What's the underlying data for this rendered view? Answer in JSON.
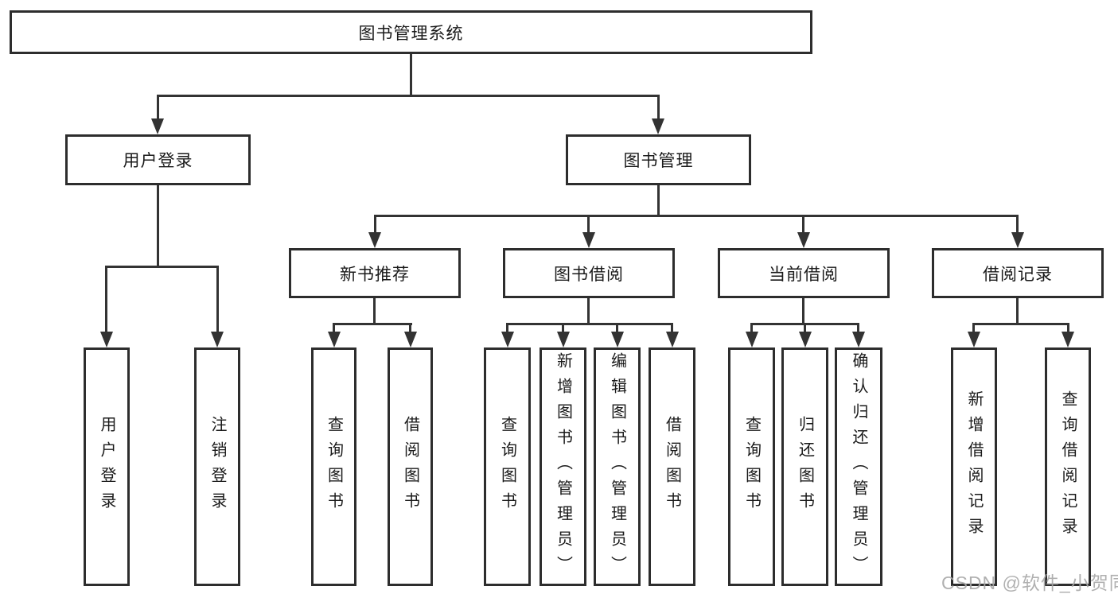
{
  "tree": {
    "root": {
      "label": "图书管理系统"
    },
    "children": [
      {
        "label": "用户登录",
        "children": [
          {
            "label": "用户登录"
          },
          {
            "label": "注销登录"
          }
        ]
      },
      {
        "label": "图书管理",
        "children": [
          {
            "label": "新书推荐",
            "children": [
              {
                "label": "查询图书"
              },
              {
                "label": "借阅图书"
              }
            ]
          },
          {
            "label": "图书借阅",
            "children": [
              {
                "label": "查询图书"
              },
              {
                "label": "新增图书（管理员）"
              },
              {
                "label": "编辑图书（管理员）"
              },
              {
                "label": "借阅图书"
              }
            ]
          },
          {
            "label": "当前借阅",
            "children": [
              {
                "label": "查询图书"
              },
              {
                "label": "归还图书"
              },
              {
                "label": "确认归还（管理员）"
              }
            ]
          },
          {
            "label": "借阅记录",
            "children": [
              {
                "label": "新增借阅记录"
              },
              {
                "label": "查询借阅记录"
              }
            ]
          }
        ]
      }
    ]
  },
  "watermark": {
    "text": "CSDN @软件_小贺同学"
  },
  "colors": {
    "line": "#333333",
    "box_border": "#2d2d2d",
    "text": "#1a1a1a",
    "watermark": "#a8a8a8",
    "background": "#ffffff"
  }
}
